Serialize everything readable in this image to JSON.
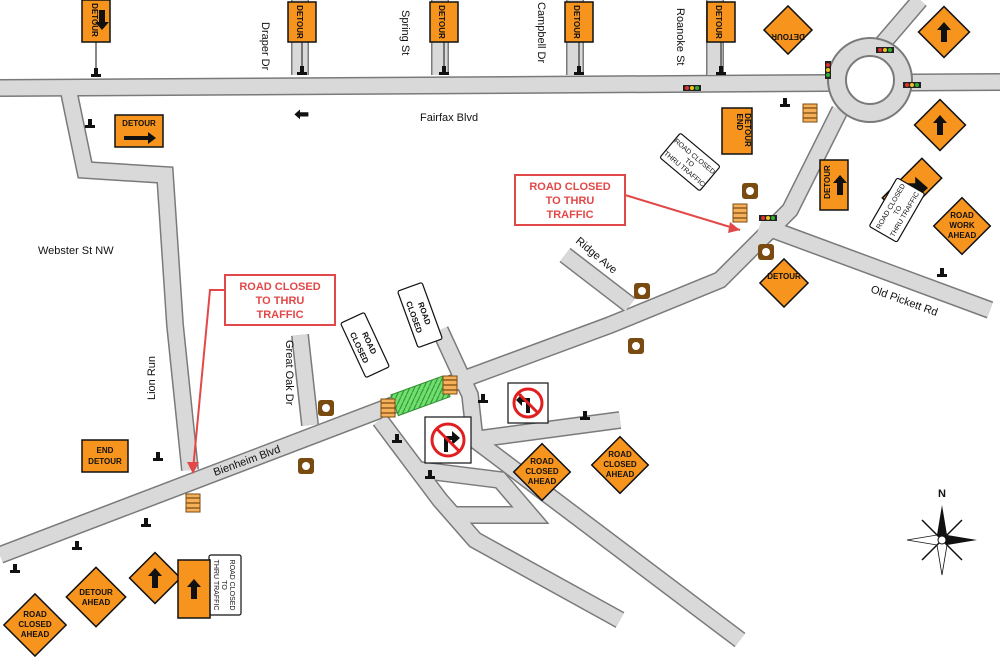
{
  "streets": {
    "fairfax": "Fairfax Blvd",
    "draper": "Draper Dr",
    "spring": "Spring St",
    "campbell": "Campbell Dr",
    "roanoke": "Roanoke St",
    "webster": "Webster St NW",
    "lion_run": "Lion Run",
    "great_oak": "Great Oak Dr",
    "ridge": "Ridge Ave",
    "old_pickett": "Old Pickett Rd",
    "bienheim": "Bienheim Blvd"
  },
  "callouts": {
    "right": [
      "ROAD CLOSED",
      "TO THRU",
      "TRAFFIC"
    ],
    "left": [
      "ROAD CLOSED",
      "TO THRU",
      "TRAFFIC"
    ]
  },
  "signs": {
    "detour": "DETOUR",
    "end_detour": [
      "END",
      "DETOUR"
    ],
    "detour_ahead": [
      "DETOUR",
      "AHEAD"
    ],
    "road_closed_ahead": [
      "ROAD",
      "CLOSED",
      "AHEAD"
    ],
    "road_work_ahead": [
      "ROAD",
      "WORK",
      "AHEAD"
    ],
    "road_closed": [
      "ROAD",
      "CLOSED"
    ],
    "thru_traffic": [
      "ROAD CLOSED",
      "TO",
      "THRU TRAFFIC"
    ]
  },
  "compass": "N",
  "colors": {
    "road_fill": "#d9d9d9",
    "road_edge": "#7a7a7a",
    "sign_orange": "#f7941d",
    "callout_red": "#e34848",
    "closure_green": "#6fe06f"
  }
}
